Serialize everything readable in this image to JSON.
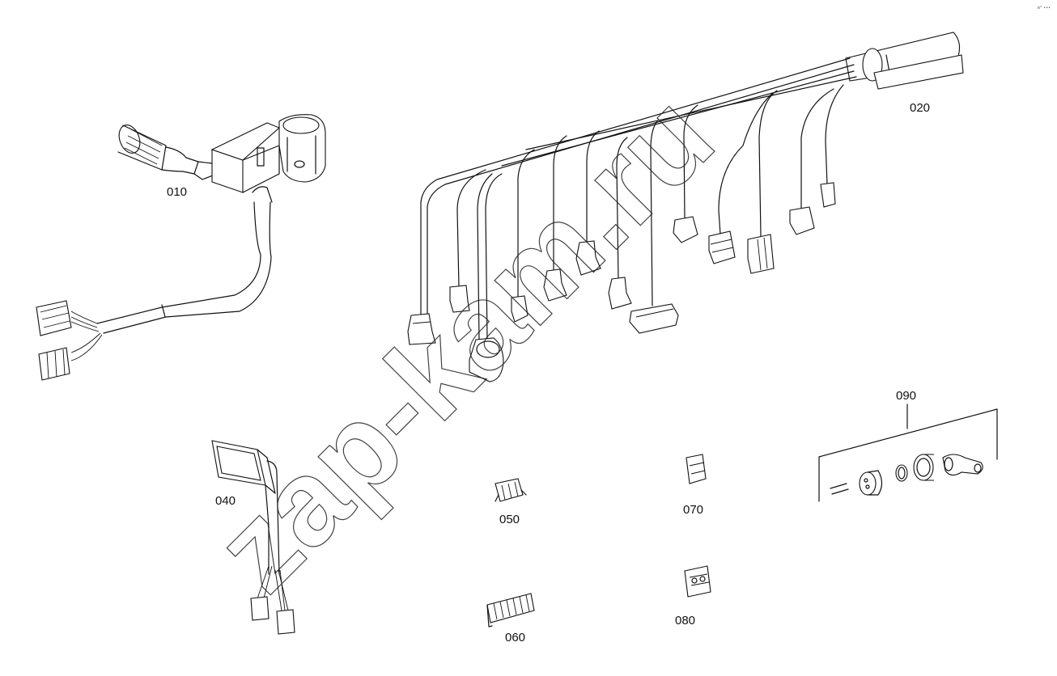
{
  "parts": [
    {
      "id": "p010",
      "label": "010"
    },
    {
      "id": "p020",
      "label": "020"
    },
    {
      "id": "p040",
      "label": "040"
    },
    {
      "id": "p050",
      "label": "050"
    },
    {
      "id": "p060",
      "label": "060"
    },
    {
      "id": "p070",
      "label": "070"
    },
    {
      "id": "p080",
      "label": "080"
    },
    {
      "id": "p090",
      "label": "090"
    }
  ],
  "watermark": "zap-kam.ru",
  "corner_mark": "e° •••"
}
